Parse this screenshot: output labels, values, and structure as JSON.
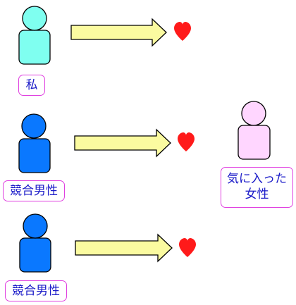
{
  "labels": {
    "me": "私",
    "rival1": "競合男性",
    "rival2": "競合男性",
    "target_line1": "気に入った",
    "target_line2": "女性"
  },
  "icons": {
    "person": "person-icon",
    "arrow": "right-arrow",
    "heart": "heart-icon"
  },
  "colors": {
    "me_person": "#7ffff0",
    "rival_person": "#0a78ff",
    "target_person": "#ffd6ff",
    "arrow_fill": "#fbfba0",
    "heart": "#ff1a1a",
    "label_border": "#e040e0",
    "label_text": "#1a1ac8"
  }
}
